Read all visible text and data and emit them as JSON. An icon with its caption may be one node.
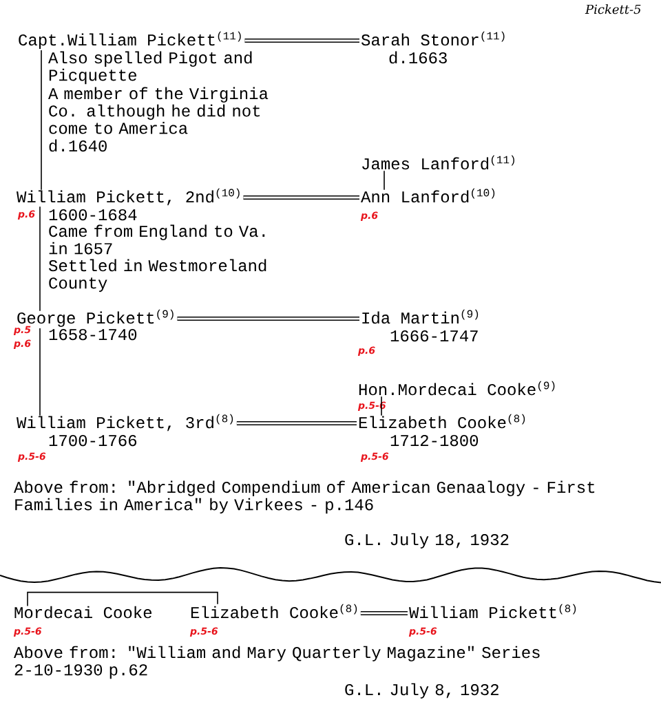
{
  "diagram": {
    "nodes": [
      {
        "text": [
          "Capt.William Pickett$^{(11)}$",
          "Also spelled Pigot and Picquette",
          "A member of the Virginia Co. although he did not come to America",
          "d.1640"
        ]
      },
      {
        "text": [
          "Sarah Stonor$^{(11)}$",
          "d.1663"
        ]
      },
      {
        "text": [
          "James Lanford$^{(11)}$"
        ]
      },
      {
        "text": [
          "William Pickett, 2nd$^{(10)}$",
          "1600-1684",
          "Came from England to Va. in 1657",
          "Settled in Westmoreland County"
        ],
        "beside": [
          "p.6"
        ]
      },
      {
        "text": [
          "Ann Lanford$^{(10)}$"
        ],
        "beside": [
          "p.6"
        ]
      },
      {
        "text": [
          "George Pickett$^{(9)}$",
          "1658-1740"
        ],
        "beside": [
          "p.5",
          "p.6"
        ]
      },
      {
        "text": [
          "Ida Martin$^{(9)}$",
          "1666-1747"
        ],
        "beside": [
          "p.6"
        ]
      },
      {
        "text": [
          "Hon.Mordecai Cooke$^{(9)}$"
        ],
        "beside": [
          "p.5-6"
        ]
      },
      {
        "text": [
          "William Pickett, 3rd$^{(8)}$",
          "1700-1766"
        ],
        "beside": [
          "p.5-6"
        ]
      },
      {
        "text": [
          "Elizabeth Cooke$^{(8)}$",
          "1712-1800"
        ],
        "beside": [
          "p.5-6"
        ]
      },
      {
        "text": [
          "Mordecai Cooke"
        ],
        "beside": [
          "p.5-6"
        ]
      },
      {
        "text": [
          "Elizabeth Cooke$^{(8)}$"
        ],
        "beside": [
          "p.5-6"
        ]
      },
      {
        "text": [
          "William Pickett$^{(8)}$"
        ],
        "beside": [
          "p.5-6"
        ]
      }
    ],
    "edges": [
      {
        "from": 0,
        "to": 1,
        "arrow": "none",
        "style": "thick"
      },
      {
        "from": 0,
        "to": 3,
        "arrow": "none"
      },
      {
        "from": 2,
        "to": 4,
        "arrow": "none"
      },
      {
        "from": 3,
        "to": 4,
        "arrow": "none",
        "style": "thick"
      },
      {
        "from": 3,
        "to": 5,
        "arrow": "none"
      },
      {
        "from": 5,
        "to": 6,
        "arrow": "none",
        "style": "thick"
      },
      {
        "from": 5,
        "to": 8,
        "arrow": "none"
      },
      {
        "from": 7,
        "to": 9,
        "arrow": "none"
      },
      {
        "from": 8,
        "to": 9,
        "arrow": "none",
        "style": "thick"
      },
      {
        "from": 10,
        "to": 11,
        "arrow": "none"
      },
      {
        "from": 11,
        "to": 12,
        "arrow": "none",
        "style": "thick"
      }
    ],
    "labels": [
      "Pickett-5",
      "Above from: \"Abridged Compendium of American Genaalogy - First Families in America\" by Virkees - p.146",
      "G.L. July 18, 1932",
      "Above from: \"William and Mary Quarterly Magazine\" Series 2-10-1930 p.62",
      "G.L. July 8, 1932"
    ]
  }
}
